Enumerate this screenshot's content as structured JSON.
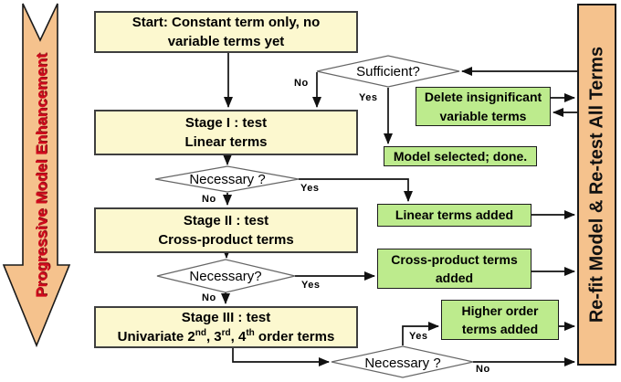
{
  "diagram": {
    "left_banner": "Progressive Model Enhancement",
    "right_banner": "Re-fit Model & Re-test All Terms",
    "boxes": {
      "start": {
        "line1": "Start: Constant term only, no",
        "line2": "variable terms yet"
      },
      "stage1": {
        "line1": "Stage I : test",
        "line2": "Linear terms"
      },
      "stage2": {
        "line1": "Stage II : test",
        "line2": "Cross-product terms"
      },
      "stage3": {
        "line1": "Stage III : test",
        "l2a": "Univariate 2",
        "sup1": "nd",
        "l2b": ", 3",
        "sup2": "rd",
        "l2c": ", 4",
        "sup3": "th",
        "l2d": " order terms"
      },
      "delete_terms": {
        "line1": "Delete insignificant",
        "line2": "variable terms"
      },
      "model_done": {
        "label": "Model selected; done."
      },
      "linear_added": {
        "label": "Linear terms added"
      },
      "cross_added": {
        "line1": "Cross-product terms",
        "line2": "added"
      },
      "higher_added": {
        "line1": "Higher order",
        "line2": "terms added"
      }
    },
    "decisions": {
      "sufficient": "Sufficient?",
      "necessary1": "Necessary ?",
      "necessary2": "Necessary?",
      "necessary3": "Necessary ?"
    },
    "edge_labels": {
      "no_top": "No",
      "yes_top": "Yes",
      "yes1": "Yes",
      "no1": "No",
      "yes2": "Yes",
      "no2": "No",
      "yes3": "Yes",
      "no3": "No"
    },
    "colors": {
      "stage_box_fill": "#FCF8CF",
      "result_box_fill": "#BDEB8D",
      "banner_fill": "#F5C28D",
      "banner_text_red": "#D10A1C",
      "line_color": "#111111"
    }
  }
}
